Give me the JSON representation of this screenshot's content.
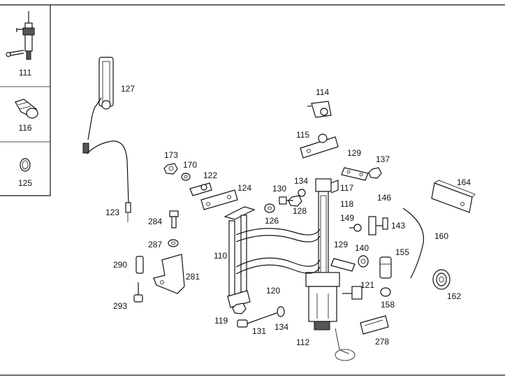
{
  "diagram": {
    "sidebar_parts": [
      {
        "number": "111",
        "icon": "thermostat-rod-icon"
      },
      {
        "number": "116",
        "icon": "cap-icon"
      },
      {
        "number": "125",
        "icon": "ring-icon"
      }
    ],
    "callouts": {
      "c127": "127",
      "c123": "123",
      "c114": "114",
      "c115": "115",
      "c173": "173",
      "c170": "170",
      "c122": "122",
      "c124": "124",
      "c129a": "129",
      "c137": "137",
      "c164": "164",
      "c134a": "134",
      "c117": "117",
      "c130": "130",
      "c118": "118",
      "c128": "128",
      "c146": "146",
      "c284": "284",
      "c126": "126",
      "c149": "149",
      "c143": "143",
      "c160": "160",
      "c287": "287",
      "c129b": "129",
      "c140": "140",
      "c155": "155",
      "c110": "110",
      "c290": "290",
      "c281": "281",
      "c120": "120",
      "c121": "121",
      "c162": "162",
      "c158": "158",
      "c293": "293",
      "c119": "119",
      "c131": "131",
      "c134b": "134",
      "c278": "278",
      "c112": "112"
    }
  }
}
